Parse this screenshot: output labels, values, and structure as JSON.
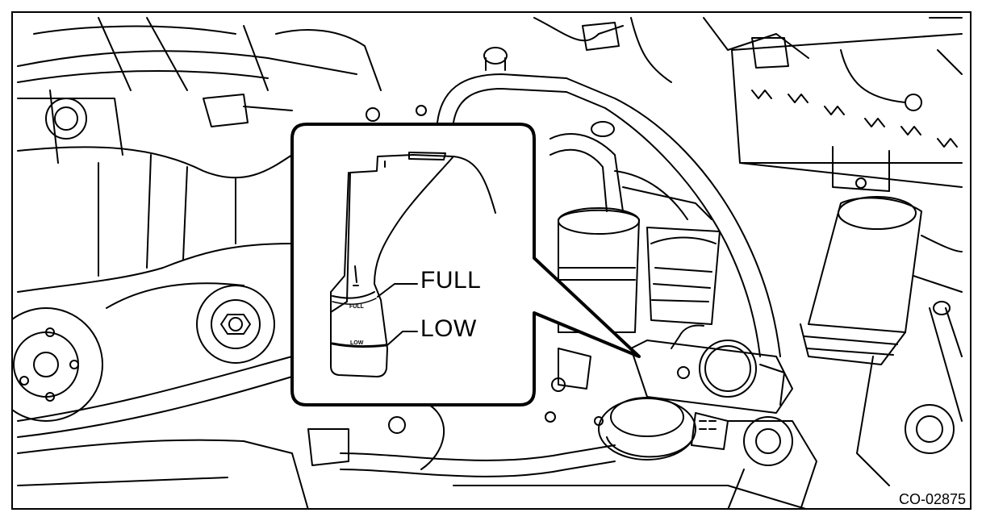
{
  "diagram": {
    "labels": {
      "full": "FULL",
      "low": "LOW",
      "tank_full_mark": "FULL",
      "tank_low_mark": "LOW"
    },
    "figure_code": "CO-02875"
  }
}
